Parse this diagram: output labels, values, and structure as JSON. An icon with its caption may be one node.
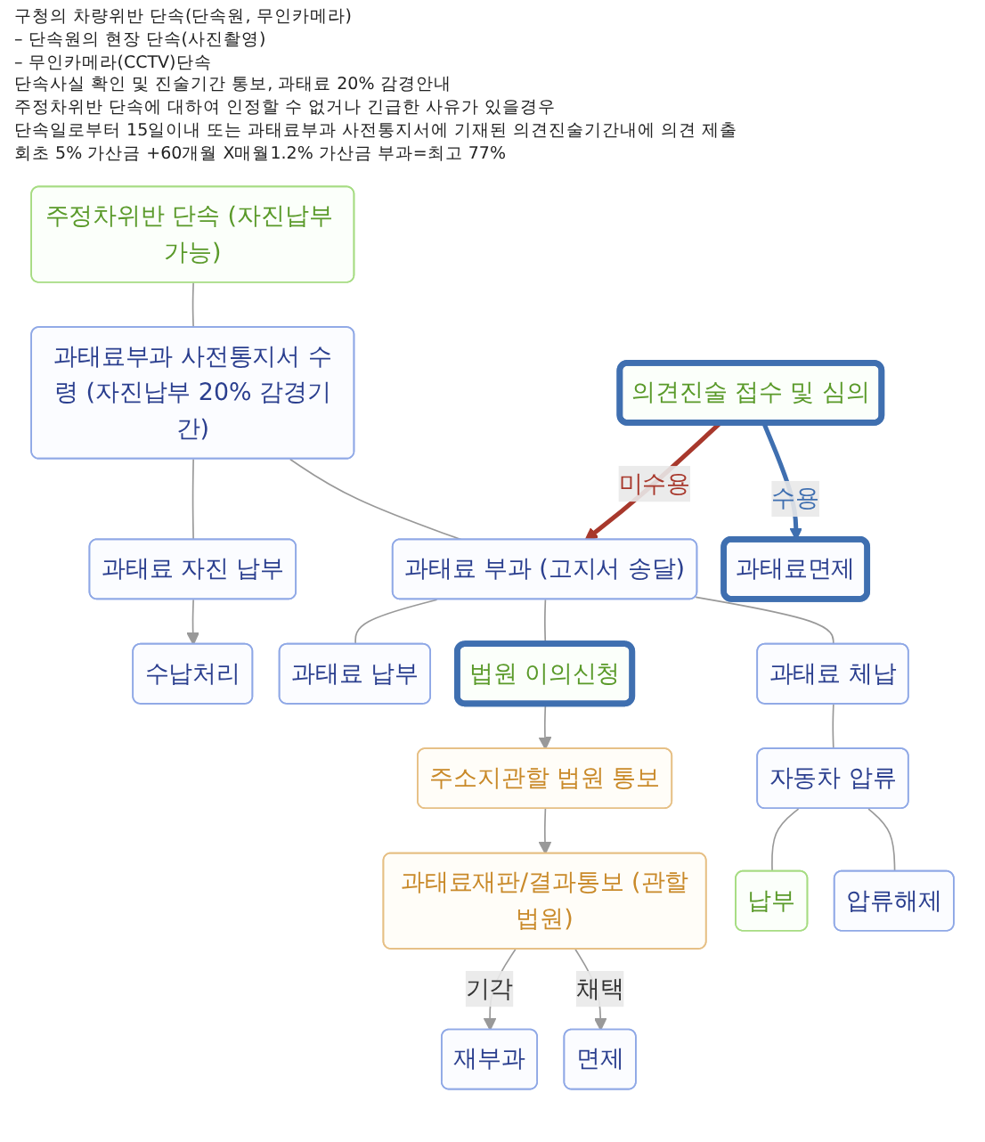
{
  "diagram": {
    "nodes": [
      {
        "text": [
          "주정차위반 단속 (자진납부 가능)"
        ]
      },
      {
        "text": [
          "과태료부과 사전통지서 수령 (자진납부 20% 감경기간)"
        ]
      },
      {
        "text": [
          "과태료 자진 납부"
        ]
      },
      {
        "text": [
          "의견진술 접수 및 심의"
        ]
      },
      {
        "text": [
          "과태료 부과 (고지서 송달)"
        ]
      },
      {
        "text": [
          "과태료면제"
        ]
      },
      {
        "text": [
          "과태료 납부"
        ]
      },
      {
        "text": [
          "법원 이의신청"
        ]
      },
      {
        "text": [
          "주소지관할 법원 통보"
        ]
      },
      {
        "text": [
          "과태료 체납"
        ]
      },
      {
        "text": [
          "과태료재판/결과통보 (관할법원)"
        ]
      },
      {
        "text": [
          "자동차 압류"
        ]
      },
      {
        "text": [
          "납부"
        ]
      },
      {
        "text": [
          "재부과"
        ]
      },
      {
        "text": [
          "면제"
        ]
      },
      {
        "text": [
          "압류해제"
        ]
      },
      {
        "text": [
          "수납처리"
        ]
      }
    ],
    "edges": [
      {
        "from": 0,
        "to": 1,
        "arrow": "none"
      },
      {
        "from": 1,
        "to": 2,
        "arrow": "none"
      },
      {
        "from": 2,
        "to": 16,
        "arrow": "to"
      },
      {
        "from": 1,
        "to": 4,
        "arrow": "none"
      },
      {
        "from": 3,
        "to": 4,
        "arrow": "to",
        "label": "미수용",
        "style": "thick",
        "color": "#a8382c"
      },
      {
        "from": 3,
        "to": 5,
        "arrow": "to",
        "label": "수용",
        "style": "thick",
        "color": "#3f6fb0"
      },
      {
        "from": 4,
        "to": 6,
        "arrow": "none"
      },
      {
        "from": 4,
        "to": 7,
        "arrow": "none"
      },
      {
        "from": 7,
        "to": 8,
        "arrow": "to"
      },
      {
        "from": 4,
        "to": 9,
        "arrow": "none"
      },
      {
        "from": 8,
        "to": 10,
        "arrow": "to"
      },
      {
        "from": 9,
        "to": 11,
        "arrow": "none"
      },
      {
        "from": 11,
        "to": 12,
        "arrow": "none"
      },
      {
        "from": 10,
        "to": 13,
        "arrow": "to",
        "label": "기각"
      },
      {
        "from": 10,
        "to": 14,
        "arrow": "to",
        "label": "채택"
      },
      {
        "from": 11,
        "to": 15,
        "arrow": "none"
      }
    ],
    "labels": [
      "구청의 차량위반 단속(단속원, 무인카메라)",
      "– 단속원의 현장 단속(사진촬영)",
      "– 무인카메라(CCTV)단속",
      "단속사실 확인 및 진술기간 통보, 과태료 20% 감경안내",
      "주정차위반 단속에 대하여 인정할 수 없거나 긴급한 사유가 있을경우",
      "단속일로부터 15일이내 또는 과태료부과 사전통지서에 기재된 의견진술기간내에 의견 제출",
      "회초 5% 가산금 +60개월 X매월1.2% 가산금 부과=최고 77%"
    ]
  }
}
